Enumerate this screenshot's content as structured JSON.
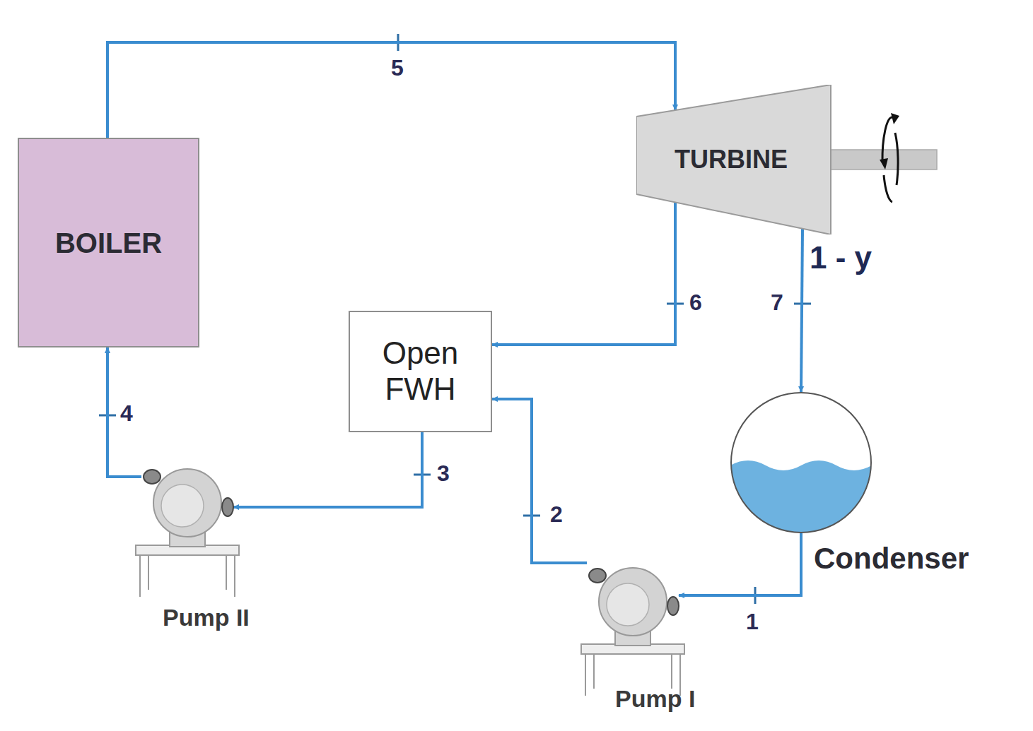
{
  "diagram": {
    "nodes": [
      {
        "text": [
          "BOILER"
        ]
      },
      {
        "text": [
          "TURBINE"
        ]
      },
      {
        "text": [
          "Open FWH"
        ]
      },
      {
        "text": [
          "Condenser"
        ]
      },
      {
        "text": [
          "Pump I"
        ]
      },
      {
        "text": [
          "Pump II"
        ]
      }
    ],
    "edges": [
      {
        "from": 0,
        "to": 1,
        "arrow": "to",
        "label": "5"
      },
      {
        "from": 1,
        "to": 2,
        "arrow": "to",
        "label": "6"
      },
      {
        "from": 1,
        "to": 3,
        "arrow": "to",
        "label": "7"
      },
      {
        "from": 3,
        "to": 4,
        "arrow": "to",
        "label": "1"
      },
      {
        "from": 4,
        "to": 2,
        "arrow": "to",
        "label": "2"
      },
      {
        "from": 2,
        "to": 5,
        "arrow": "to",
        "label": "3"
      },
      {
        "from": 5,
        "to": 0,
        "arrow": "to",
        "label": "4"
      }
    ],
    "labels": [
      "1 - y"
    ]
  }
}
